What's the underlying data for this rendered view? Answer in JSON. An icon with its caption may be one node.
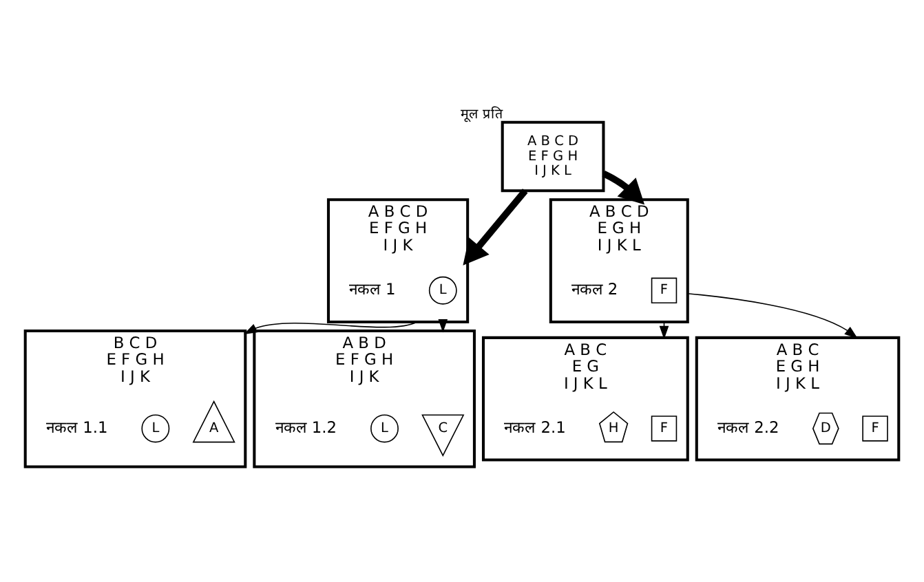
{
  "diagram": {
    "nodes": [
      {
        "text": [
          "A B C D",
          "E F G H",
          "I J K L"
        ],
        "beside": [
          "मूल प्रति"
        ]
      },
      {
        "text": [
          "A B C D",
          "E F G H",
          "I J K"
        ],
        "beside": [
          "नकल 1"
        ]
      },
      {
        "text": [
          "L"
        ],
        "in": 1
      },
      {
        "text": [
          "A B C D",
          "E G H",
          "I J K L"
        ],
        "beside": [
          "नकल 2"
        ]
      },
      {
        "text": [
          "F"
        ],
        "in": 3
      },
      {
        "text": [
          "B C D",
          "E F G H",
          "I J K"
        ],
        "beside": [
          "नकल 1.1"
        ]
      },
      {
        "text": [
          "A"
        ],
        "in": 5
      },
      {
        "text": [
          "L"
        ],
        "in": 5
      },
      {
        "text": [
          "A B D",
          "E F G H",
          "I J K"
        ],
        "beside": [
          "नकल 1.2"
        ]
      },
      {
        "text": [
          "C"
        ],
        "in": 8
      },
      {
        "text": [
          "L"
        ],
        "in": 8
      },
      {
        "text": [
          "A B C",
          "E G",
          "I J K L"
        ],
        "beside": [
          "नकल 2.1"
        ]
      },
      {
        "text": [
          "F"
        ],
        "in": 11
      },
      {
        "text": [
          "H"
        ],
        "in": 11
      },
      {
        "text": [
          "A B C",
          "E G H",
          "I J K L"
        ],
        "beside": [
          "नकल 2.2"
        ]
      },
      {
        "text": [
          "F"
        ],
        "in": 14
      },
      {
        "text": [
          "D"
        ],
        "in": 14
      }
    ],
    "edges": [
      {
        "from": 0,
        "to": 1,
        "arrow": "to",
        "style": "thick"
      },
      {
        "from": 0,
        "to": 3,
        "arrow": "to",
        "style": "thick"
      },
      {
        "from": 1,
        "to": 5,
        "arrow": "to"
      },
      {
        "from": 1,
        "to": 8,
        "arrow": "to"
      },
      {
        "from": 3,
        "to": 11,
        "arrow": "to"
      },
      {
        "from": 3,
        "to": 14,
        "arrow": "to"
      }
    ]
  }
}
